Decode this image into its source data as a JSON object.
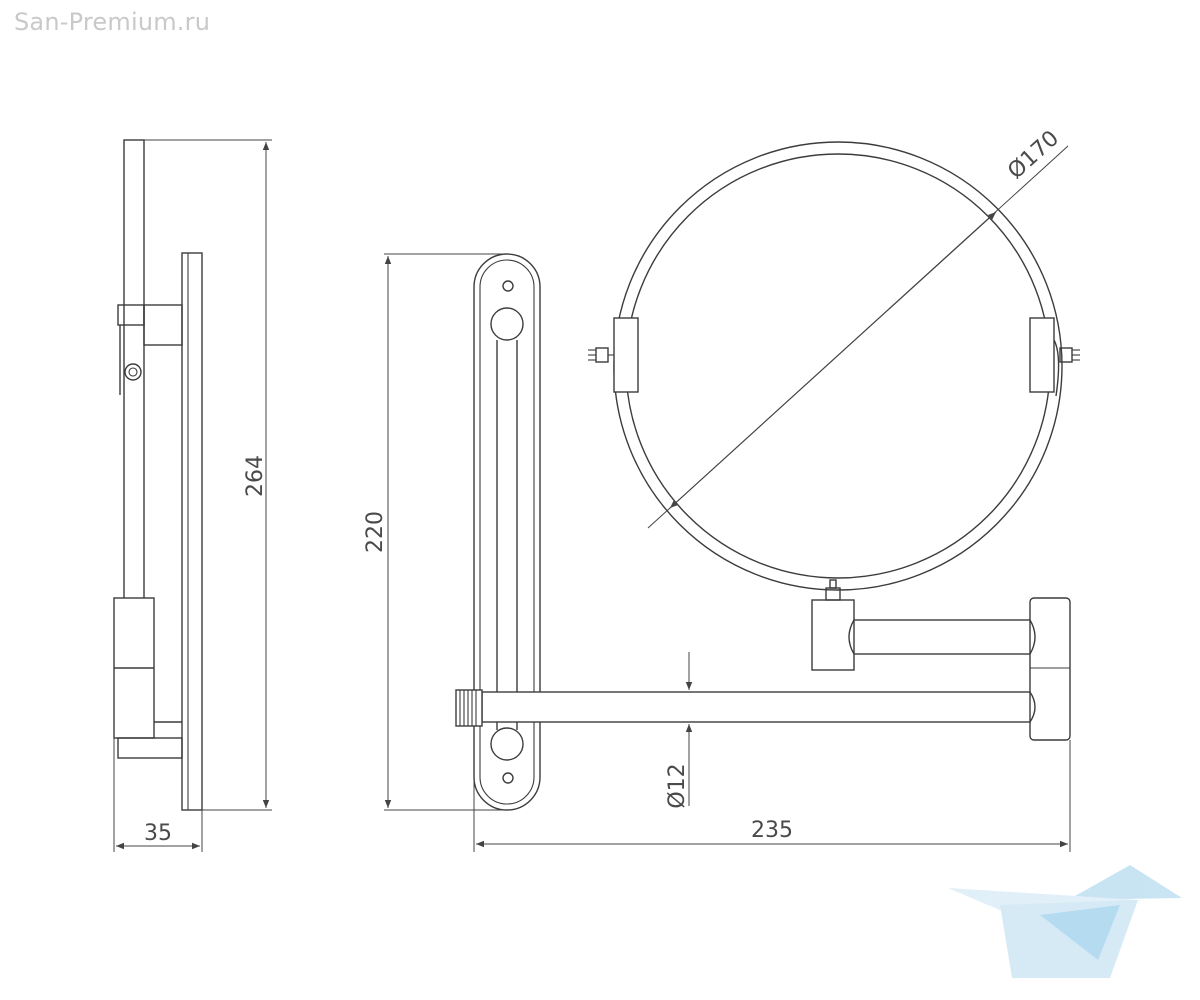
{
  "watermark": {
    "text": "San-Premium.ru"
  },
  "dimensions": {
    "total_height": "264",
    "plate_height": "220",
    "mirror_diameter": "Ø170",
    "depth": "35",
    "arm_diameter": "Ø12",
    "arm_length": "235"
  },
  "colors": {
    "line": "#3c3c3c",
    "watermark": "#c9c9c9",
    "logo": "#bfe0f2"
  },
  "icons": {
    "logo": "san-premium-logo-icon"
  }
}
